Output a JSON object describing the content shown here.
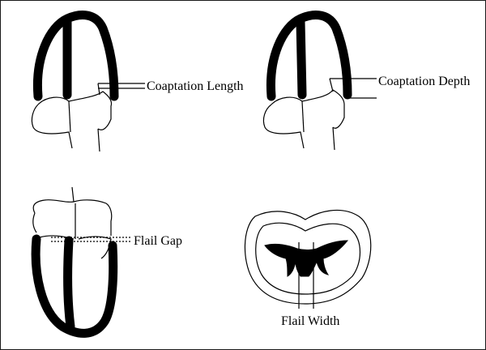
{
  "labels": {
    "coaptation_length": "Coaptation Length",
    "coaptation_depth": "Coaptation Depth",
    "flail_gap": "Flail Gap",
    "flail_width": "Flail Width"
  },
  "colors": {
    "stroke": "#000000",
    "leaflet_fill": "#000000",
    "background": "#ffffff"
  }
}
